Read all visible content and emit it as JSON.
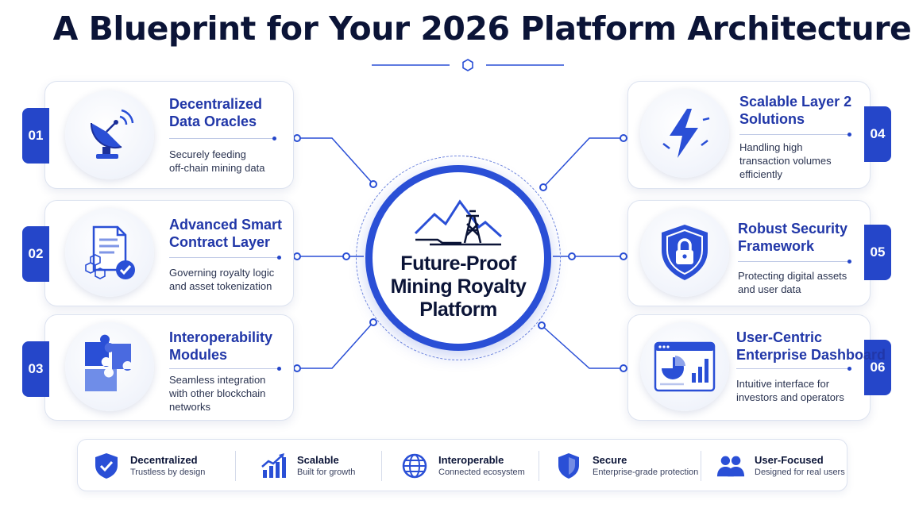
{
  "title": "A Blueprint for Your 2026 Platform Architecture",
  "hub": {
    "line1": "Future-Proof",
    "line2": "Mining Royalty",
    "line3": "Platform",
    "icon": "mine-tower-icon"
  },
  "left_cards": [
    {
      "num": "01",
      "title1": "Decentralized",
      "title2": "Data Oracles",
      "desc1": "Securely feeding",
      "desc2": "off-chain mining data",
      "desc3": "",
      "icon": "satellite-dish-icon"
    },
    {
      "num": "02",
      "title1": "Advanced Smart",
      "title2": "Contract Layer",
      "desc1": "Governing royalty logic",
      "desc2": "and asset tokenization",
      "desc3": "",
      "icon": "smart-contract-icon"
    },
    {
      "num": "03",
      "title1": "Interoperability",
      "title2": "Modules",
      "desc1": "Seamless integration",
      "desc2": "with other blockchain",
      "desc3": "networks",
      "icon": "puzzle-pieces-icon"
    }
  ],
  "right_cards": [
    {
      "num": "04",
      "title1": "Scalable Layer 2",
      "title2": "Solutions",
      "desc1": "Handling high",
      "desc2": "transaction volumes",
      "desc3": "efficiently",
      "icon": "lightning-icon"
    },
    {
      "num": "05",
      "title1": "Robust Security",
      "title2": "Framework",
      "desc1": "Protecting digital assets",
      "desc2": "and user data",
      "desc3": "",
      "icon": "shield-lock-icon"
    },
    {
      "num": "06",
      "title1": "User-Centric",
      "title2": "Enterprise Dashboard",
      "desc1": "Intuitive interface for",
      "desc2": "investors and operators",
      "desc3": "",
      "icon": "dashboard-icon"
    }
  ],
  "footer": [
    {
      "title": "Decentralized",
      "sub": "Trustless by design",
      "icon": "shield-check-icon"
    },
    {
      "title": "Scalable",
      "sub": "Built for growth",
      "icon": "growth-chart-icon"
    },
    {
      "title": "Interoperable",
      "sub": "Connected ecosystem",
      "icon": "globe-icon"
    },
    {
      "title": "Secure",
      "sub": "Enterprise-grade protection",
      "icon": "shield-icon"
    },
    {
      "title": "User-Focused",
      "sub": "Designed for real users",
      "icon": "users-icon"
    }
  ],
  "colors": {
    "primary": "#2546c9",
    "accent": "#2a4fd6",
    "title": "#0b1437",
    "card_title": "#2137a8"
  }
}
